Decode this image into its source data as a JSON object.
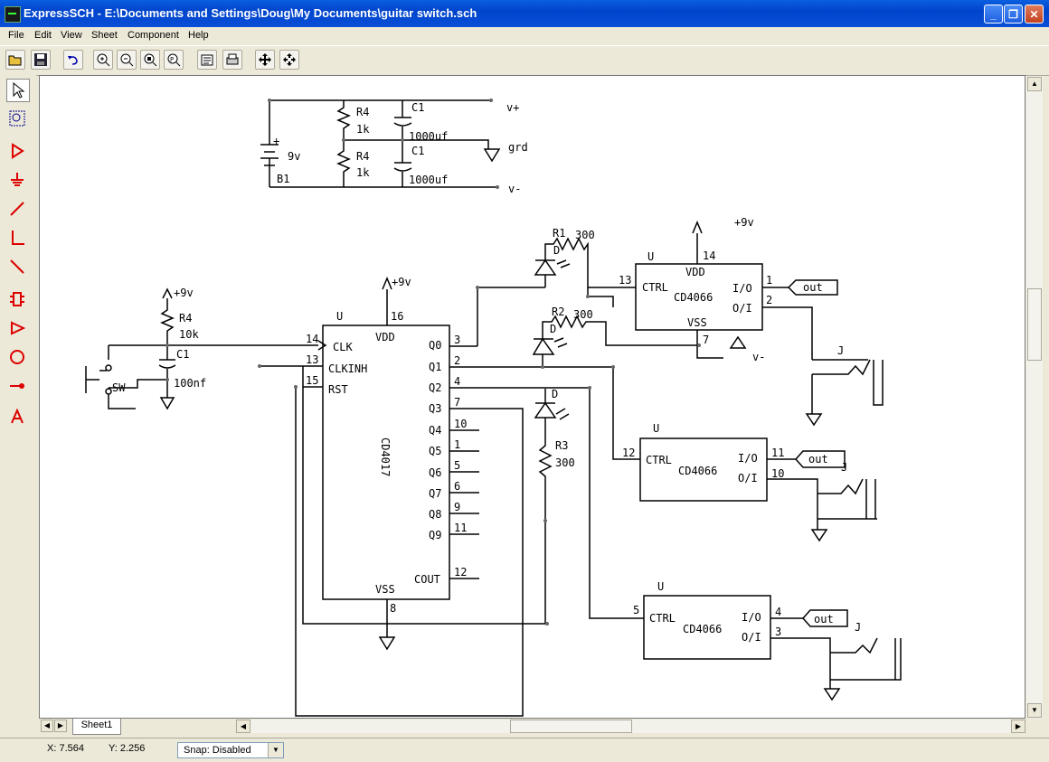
{
  "window": {
    "title": "ExpressSCH - E:\\Documents and Settings\\Doug\\My Documents\\guitar switch.sch"
  },
  "menu": [
    "File",
    "Edit",
    "View",
    "Sheet",
    "Component",
    "Help"
  ],
  "tabs": {
    "sheet1": "Sheet1"
  },
  "status": {
    "x": "X: 7.564",
    "y": "Y: 2.256",
    "snap": "Snap: Disabled"
  },
  "toolbar_icons": [
    "open-icon",
    "save-icon",
    "undo-icon",
    "zoom-in-icon",
    "zoom-out-icon",
    "zoom-area-icon",
    "zoom-fit-icon",
    "properties-icon",
    "print-icon",
    "pan-icon",
    "move-icon"
  ],
  "left_tools": [
    "pointer-tool-icon",
    "zoom-select-tool-icon",
    "component-tool-icon",
    "ground-tool-icon",
    "wire-tool-icon",
    "bus-tool-icon",
    "diagonal-wire-tool-icon",
    "ic-tool-icon",
    "triangle-tool-icon",
    "circle-tool-icon",
    "junction-tool-icon",
    "text-tool-icon"
  ],
  "schematic": {
    "power": {
      "r4a_ref": "R4",
      "r4a_val": "1k",
      "r4b_ref": "R4",
      "r4b_val": "1k",
      "c1a_ref": "C1",
      "c1a_val": "1000uf",
      "c1b_ref": "C1",
      "c1b_val": "1000uf",
      "batt_ref": "B1",
      "batt_val": "9v",
      "batt_plus": "+",
      "vplus": "v+",
      "grd": "grd",
      "vminus": "v-"
    },
    "input": {
      "vcc": "+9v",
      "r_ref": "R4",
      "r_val": "10k",
      "c_ref": "C1",
      "c_val": "100nf",
      "sw": "SW"
    },
    "cd4017": {
      "u": "U",
      "name": "CD4017",
      "vdd": "VDD",
      "vss": "VSS",
      "pin16": "16",
      "pin8": "8",
      "vcc": "+9v",
      "left_pins": [
        {
          "num": "14",
          "label": "CLK"
        },
        {
          "num": "13",
          "label": "CLKINH"
        },
        {
          "num": "15",
          "label": "RST"
        }
      ],
      "right_pins": [
        {
          "label": "Q0",
          "num": "3"
        },
        {
          "label": "Q1",
          "num": "2"
        },
        {
          "label": "Q2",
          "num": "4"
        },
        {
          "label": "Q3",
          "num": "7"
        },
        {
          "label": "Q4",
          "num": "10"
        },
        {
          "label": "Q5",
          "num": "1"
        },
        {
          "label": "Q6",
          "num": "5"
        },
        {
          "label": "Q7",
          "num": "6"
        },
        {
          "label": "Q8",
          "num": "9"
        },
        {
          "label": "Q9",
          "num": "11"
        }
      ],
      "cout": "COUT",
      "cout_num": "12"
    },
    "leds": {
      "r1_ref": "R1",
      "r1_val": "300",
      "d1": "D",
      "r2_ref": "R2",
      "r2_val": "300",
      "d2": "D",
      "r3_ref": "R3",
      "r3_val": "300",
      "d3": "D"
    },
    "switch1": {
      "u": "U",
      "name": "CD4066",
      "ctrl": "CTRL",
      "vdd": "VDD",
      "vss": "VSS",
      "io": "I/O",
      "oi": "O/I",
      "ctrl_pin": "13",
      "vdd_pin": "14",
      "vss_pin": "7",
      "io_pin": "1",
      "oi_pin": "2",
      "vcc": "+9v",
      "vminus": "v-",
      "out": "out",
      "jack": "J"
    },
    "switch2": {
      "u": "U",
      "name": "CD4066",
      "ctrl": "CTRL",
      "io": "I/O",
      "oi": "O/I",
      "ctrl_pin": "12",
      "io_pin": "11",
      "oi_pin": "10",
      "out": "out",
      "jack": "J"
    },
    "switch3": {
      "u": "U",
      "name": "CD4066",
      "ctrl": "CTRL",
      "io": "I/O",
      "oi": "O/I",
      "ctrl_pin": "5",
      "io_pin": "4",
      "oi_pin": "3",
      "out": "out",
      "jack": "J"
    }
  }
}
